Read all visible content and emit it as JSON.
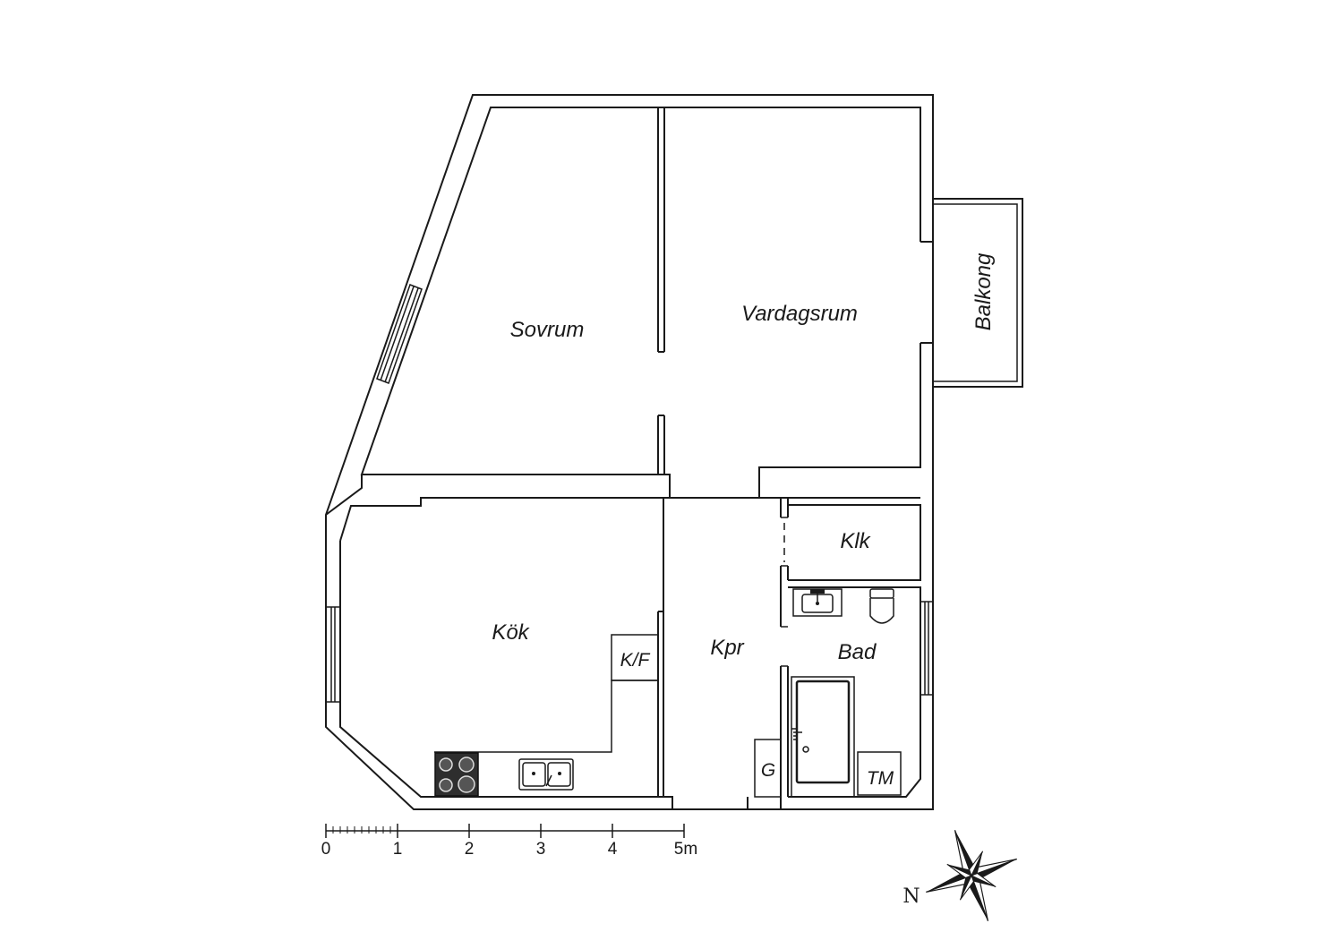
{
  "rooms": {
    "sovrum": "Sovrum",
    "vardagsrum": "Vardagsrum",
    "balkong": "Balkong",
    "klk": "Klk",
    "kok": "Kök",
    "kf": "K/F",
    "kpr": "Kpr",
    "bad": "Bad",
    "g": "G",
    "tm": "TM"
  },
  "scale": {
    "ticks": [
      "0",
      "1",
      "2",
      "3",
      "4",
      "5m"
    ]
  },
  "compass": {
    "north": "N"
  }
}
